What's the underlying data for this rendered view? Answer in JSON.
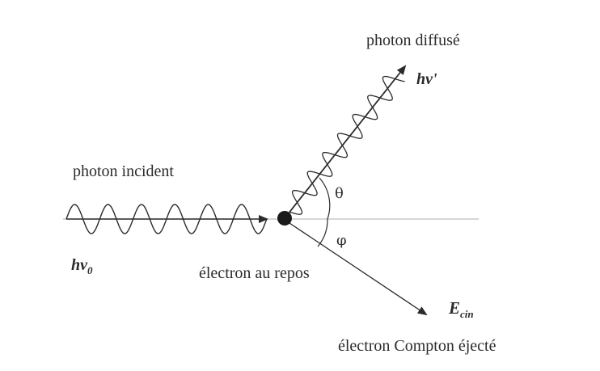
{
  "labels": {
    "incident_photon": "photon incident",
    "scattered_photon": "photon diffusé",
    "electron_at_rest": "électron au repos",
    "ejected_electron": "électron Compton éjecté",
    "incident_energy": {
      "base": "hν",
      "sub": "0"
    },
    "scattered_energy": "hν'",
    "electron_energy": {
      "base": "E",
      "sub": "cin"
    },
    "theta": "θ",
    "phi": "φ"
  },
  "colors": {
    "line": "#2b2b2b",
    "axis": "#bdbdbd",
    "electron": "#1a1a1a"
  }
}
